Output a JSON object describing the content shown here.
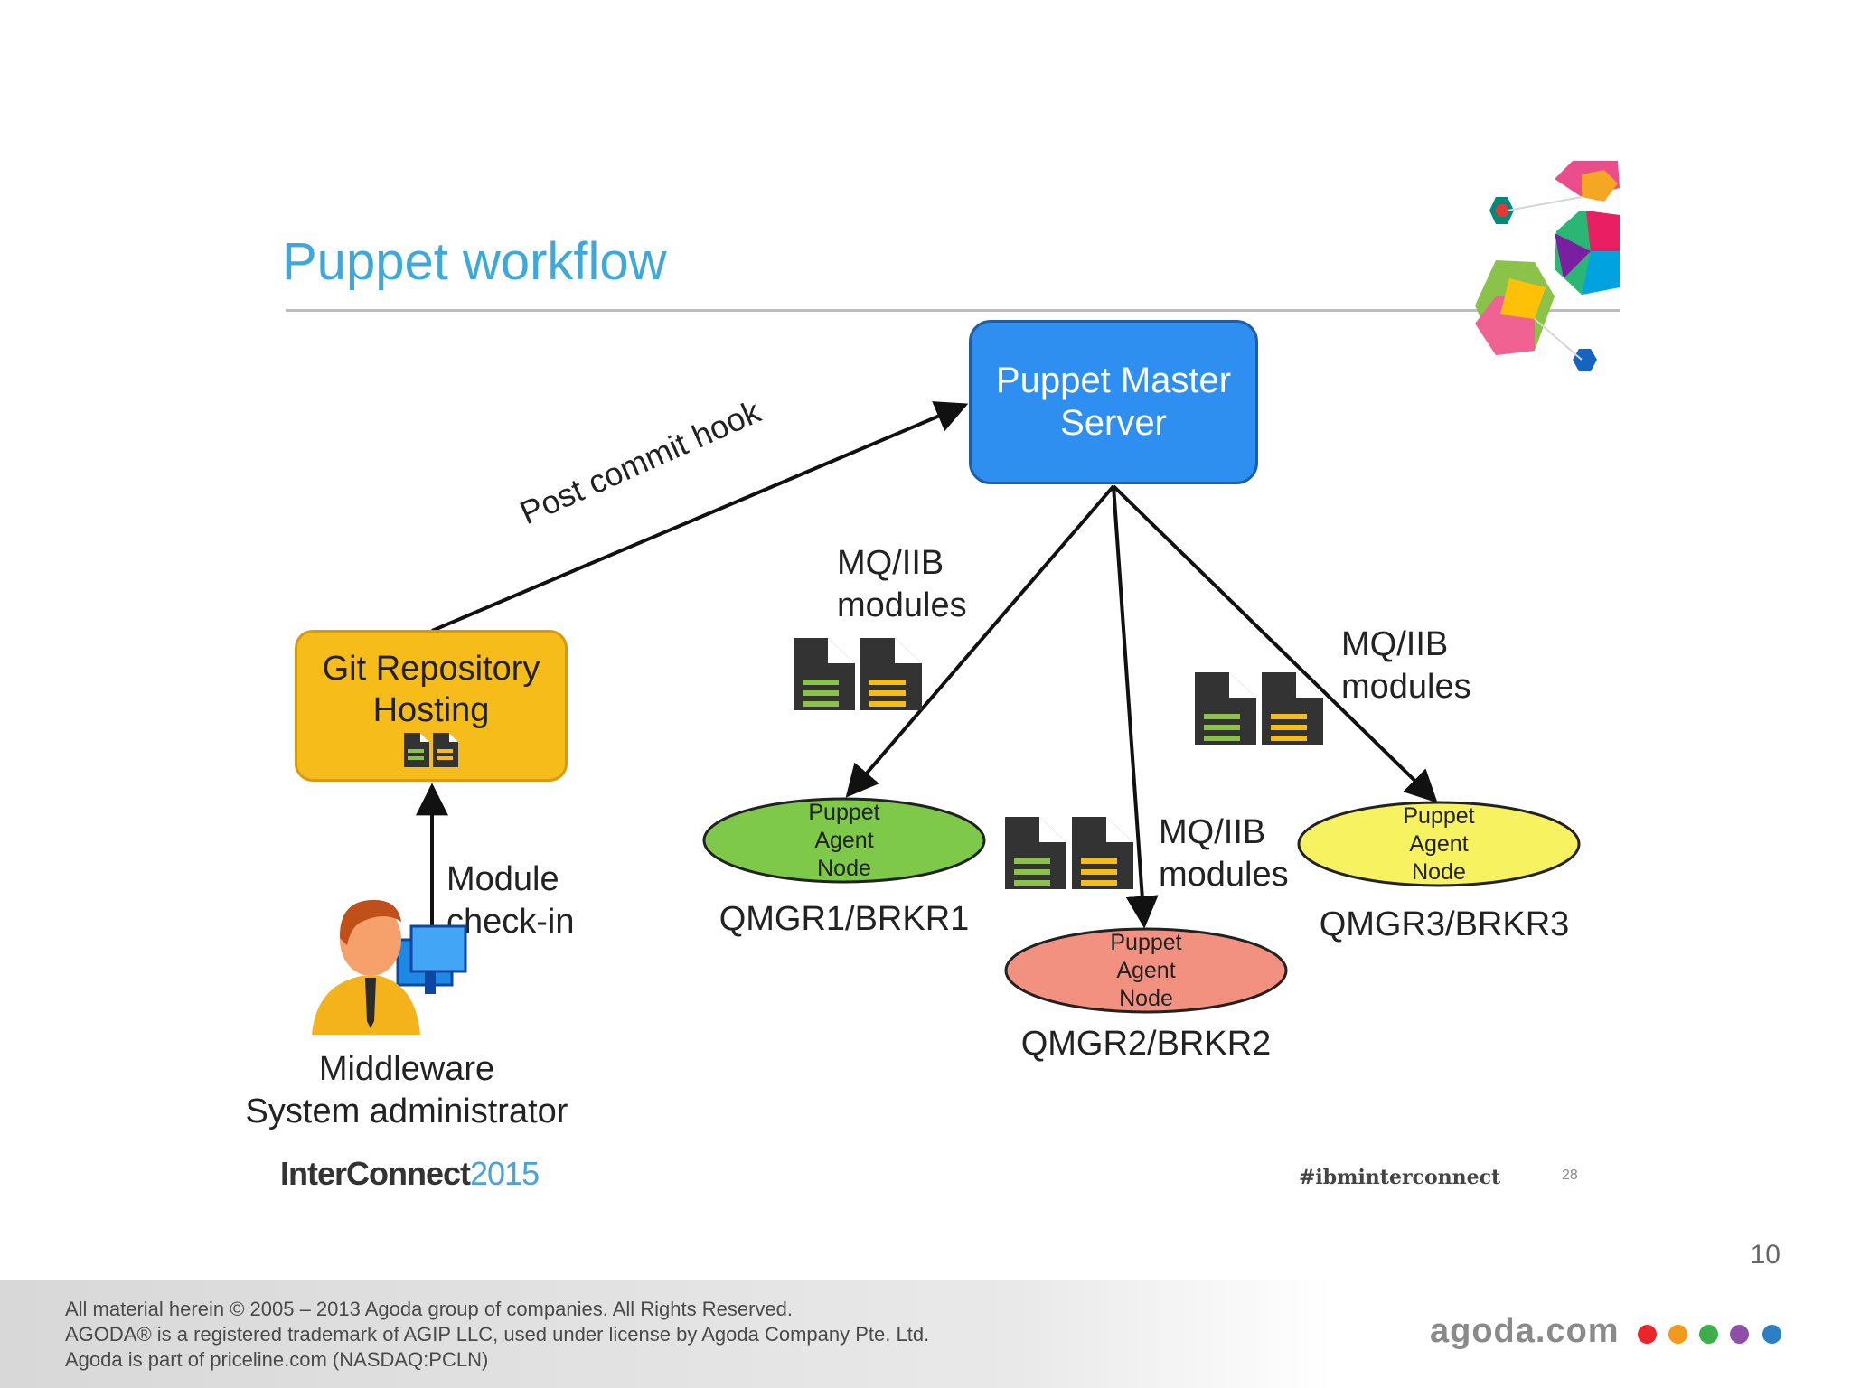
{
  "slide": {
    "title": "Puppet workflow",
    "page_number": "10",
    "event_logo": {
      "bold": "InterConnect",
      "year": "2015"
    },
    "hashtag": "#ibminterconnect",
    "inner_page": "28"
  },
  "diagram": {
    "master": {
      "line1": "Puppet Master",
      "line2": "Server"
    },
    "git": {
      "line1": "Git Repository",
      "line2": "Hosting"
    },
    "edge_post_commit": "Post commit hook",
    "edge_checkin": {
      "line1": "Module",
      "line2": "check-in"
    },
    "admin": {
      "line1": "Middleware",
      "line2": "System administrator"
    },
    "modules": {
      "line1": "MQ/IIB",
      "line2": "modules"
    },
    "node_label": {
      "line1": "Puppet",
      "line2": "Agent",
      "line3": "Node"
    },
    "nodes": [
      {
        "name": "QMGR1/BRKR1",
        "color": "#7ec94a"
      },
      {
        "name": "QMGR2/BRKR2",
        "color": "#f2917f"
      },
      {
        "name": "QMGR3/BRKR3",
        "color": "#f7f25f"
      }
    ]
  },
  "footer": {
    "line1": "All material herein © 2005 – 2013 Agoda group of companies. All Rights Reserved.",
    "line2": "AGODA® is a registered trademark of AGIP LLC, used under license by Agoda Company Pte. Ltd.",
    "line3": "Agoda is part of priceline.com (NASDAQ:PCLN)",
    "brand": "agoda.com",
    "brand_dots": [
      "#e8262c",
      "#f39a1e",
      "#3dae49",
      "#8e4fa6",
      "#2b7fc4"
    ]
  }
}
